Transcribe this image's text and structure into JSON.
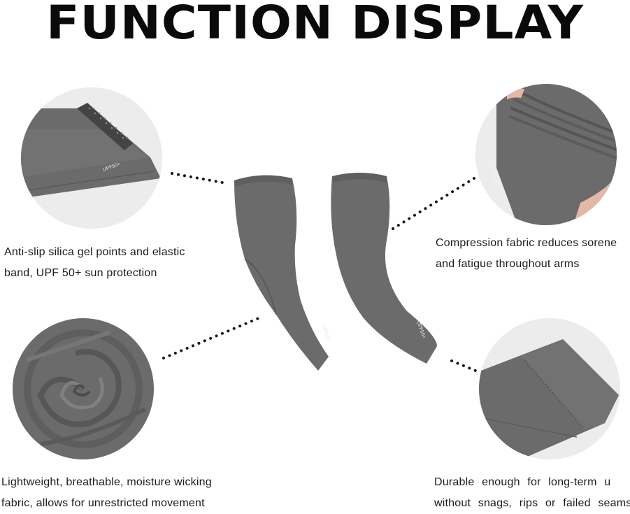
{
  "title": "FUNCTION DISPLAY",
  "captions": {
    "top_left": [
      "Anti-slip silica gel points and elastic",
      "band, UPF 50+ sun protection"
    ],
    "top_right": [
      "Compression fabric reduces sorene",
      "and fatigue throughout arms"
    ],
    "bottom_left": [
      "Lightweight, breathable, moisture wicking",
      "fabric, allows for unrestricted movement"
    ],
    "bottom_right": [
      "Durable enough for long-term u",
      "without snags, rips or failed seams"
    ]
  },
  "labels": {
    "upf_tag": "UPF50+"
  },
  "colors": {
    "fabric": "#6b6b6b",
    "fabric_dark": "#555555",
    "background_circle": "#ececec",
    "dots": "#1a1a1a"
  }
}
